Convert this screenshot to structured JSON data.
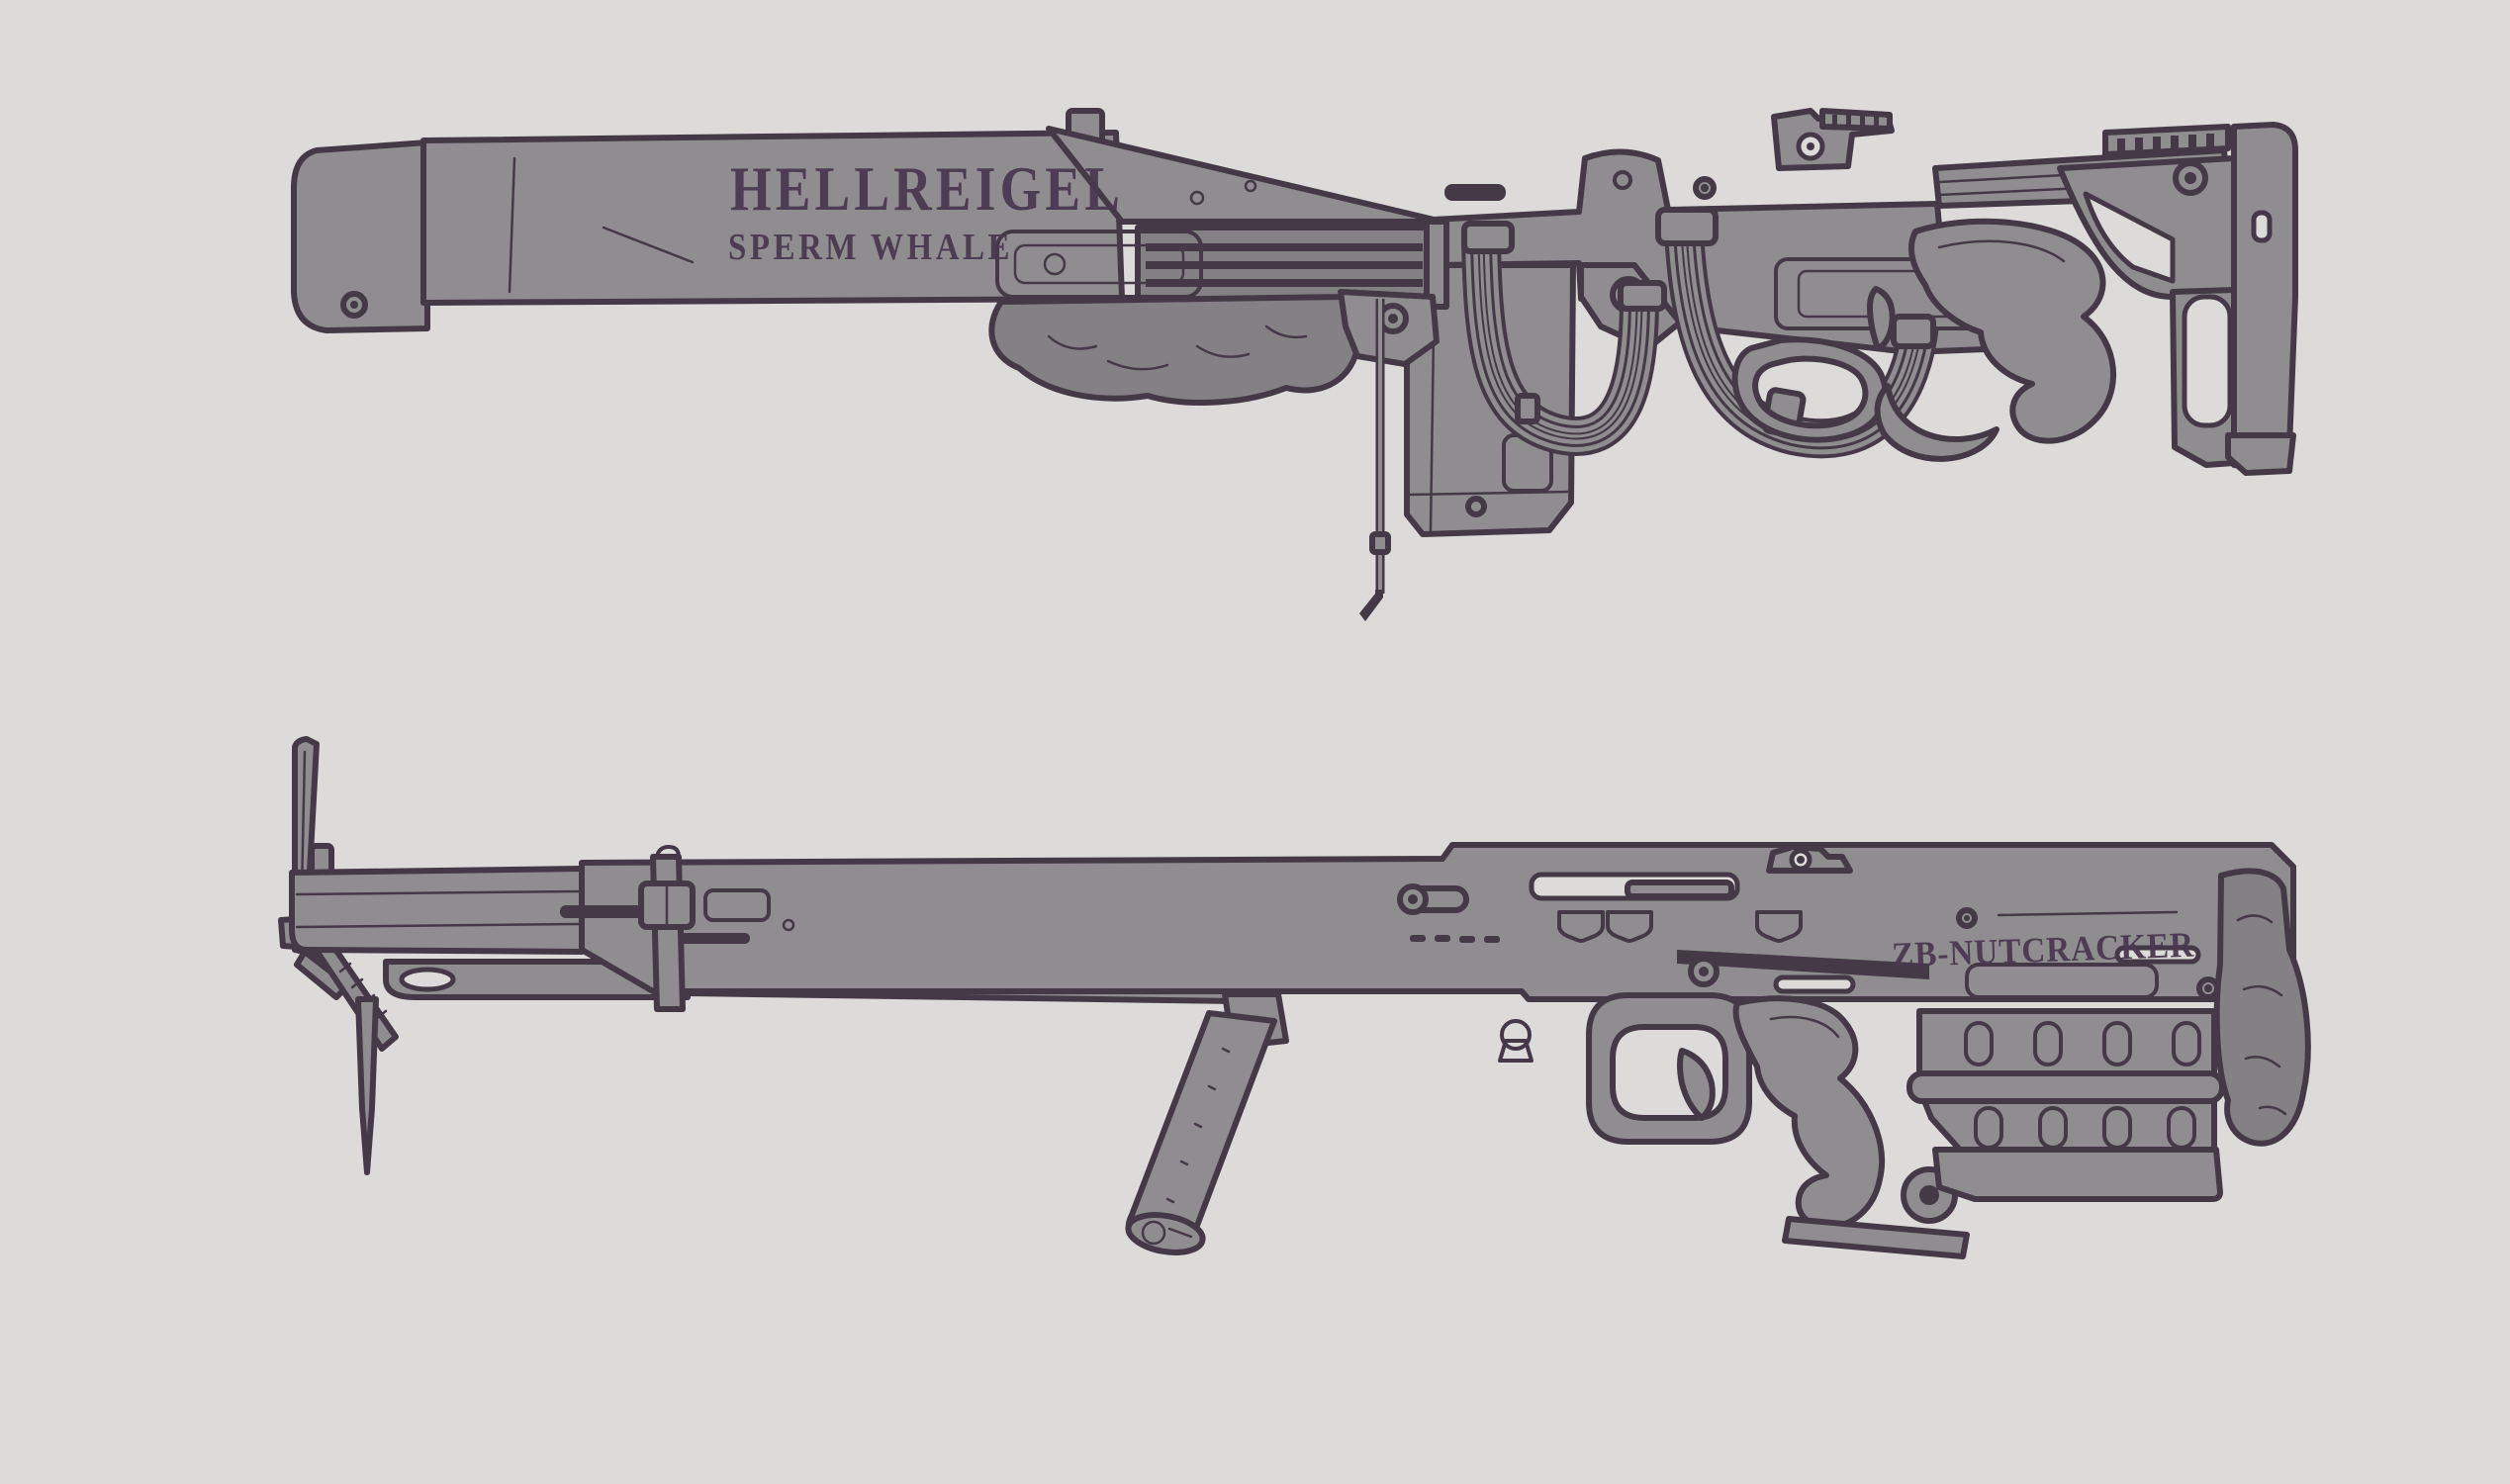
{
  "palette": {
    "bg": "#dcdbd9",
    "metal": "#8f8d8f",
    "metal-dark": "#838183",
    "ink": "#453948",
    "stencil": "#4a3850"
  },
  "art": {
    "kind": "weapon-concept-art",
    "top_weapon": {
      "title": "HELLREIGEL",
      "subtitle": "SPERM WHALE"
    },
    "bottom_weapon": {
      "label": "ZB-NUTCRACKER"
    }
  }
}
